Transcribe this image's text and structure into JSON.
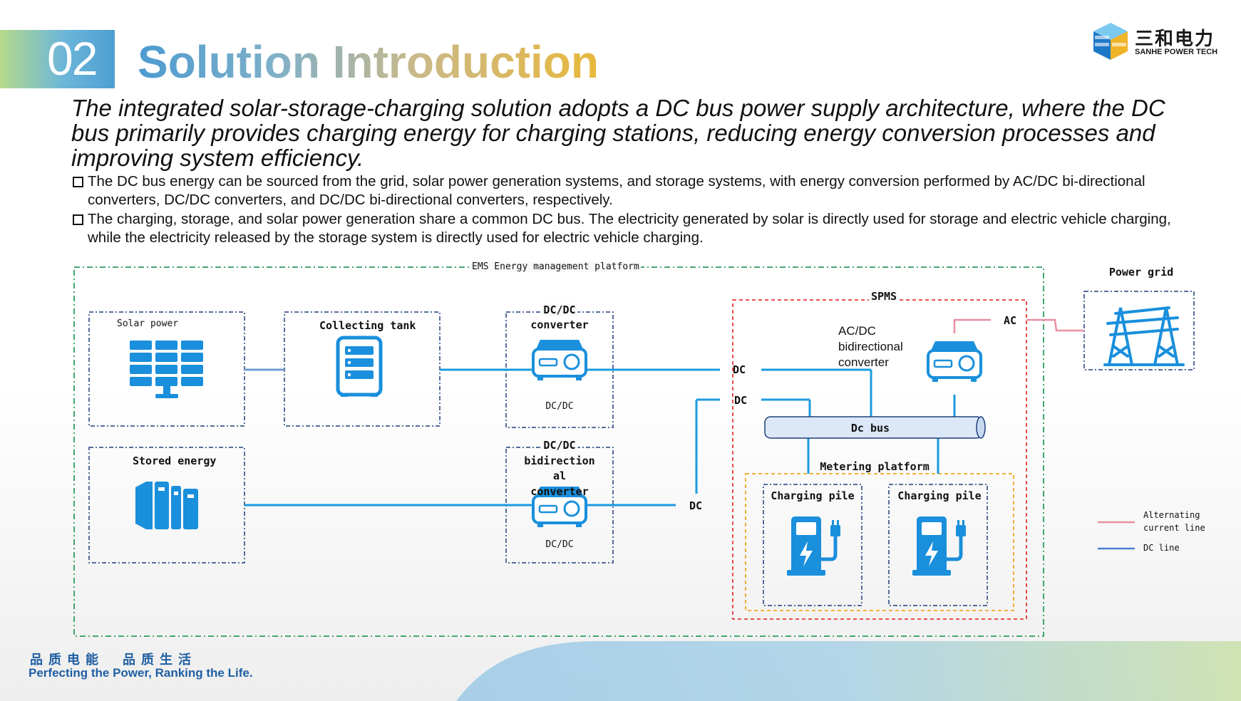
{
  "header": {
    "section_number": "02",
    "title": "Solution Introduction",
    "logo_cn": "三和电力",
    "logo_en": "SANHE POWER TECH"
  },
  "intro": "The integrated solar-storage-charging solution adopts a DC bus power supply architecture, where the DC bus primarily provides charging energy for charging stations, reducing energy conversion processes and improving system efficiency.",
  "bullets": [
    "The DC bus energy can be sourced from the grid, solar power generation systems, and storage systems, with energy conversion performed by AC/DC bi-directional converters, DC/DC converters, and DC/DC bi-directional converters, respectively.",
    "The charging, storage, and solar power generation share a common DC bus. The electricity generated by solar is directly used for storage and electric vehicle charging, while the electricity released by the storage system is directly used for electric vehicle charging."
  ],
  "diagram": {
    "ems_label": "EMS Energy management platform",
    "solar_label": "Solar power",
    "collecting_label": "Collecting tank",
    "dcdc_title_1": "DC/DC",
    "dcdc_title_2": "converter",
    "dcdc_sub": "DC/DC",
    "stored_label": "Stored energy",
    "bidir_title_1": "DC/DC",
    "bidir_title_2": "bidirection",
    "bidir_title_3": "al",
    "bidir_title_4": "converter",
    "bidir_sub": "DC/DC",
    "spms_label": "SPMS",
    "acdc_1": "AC/DC",
    "acdc_2": "bidirectional",
    "acdc_3": "converter",
    "ac_label": "AC",
    "dc_label_1": "DC",
    "dc_label_2": "DC",
    "dc_label_3": "DC",
    "dc_bus_label": "Dc bus",
    "metering_label": "Metering platform",
    "charging_1": "Charging pile",
    "charging_2": "Charging pile",
    "power_grid_label": "Power grid"
  },
  "legend": {
    "ac_line_1": "Alternating",
    "ac_line_2": "current line",
    "dc_line": "DC line"
  },
  "footer": {
    "slogan_cn": "品质电能  品质生活",
    "slogan_en": "Perfecting the Power, Ranking the Life."
  },
  "colors": {
    "dc_line": "#1a9be0",
    "ac_line": "#e890a0",
    "ems_border": "#2e9b5e",
    "spms_border": "#e53935",
    "metering_border": "#f5a623",
    "box_border": "#1f3f7a",
    "icon_blue": "#1a8fdc"
  }
}
